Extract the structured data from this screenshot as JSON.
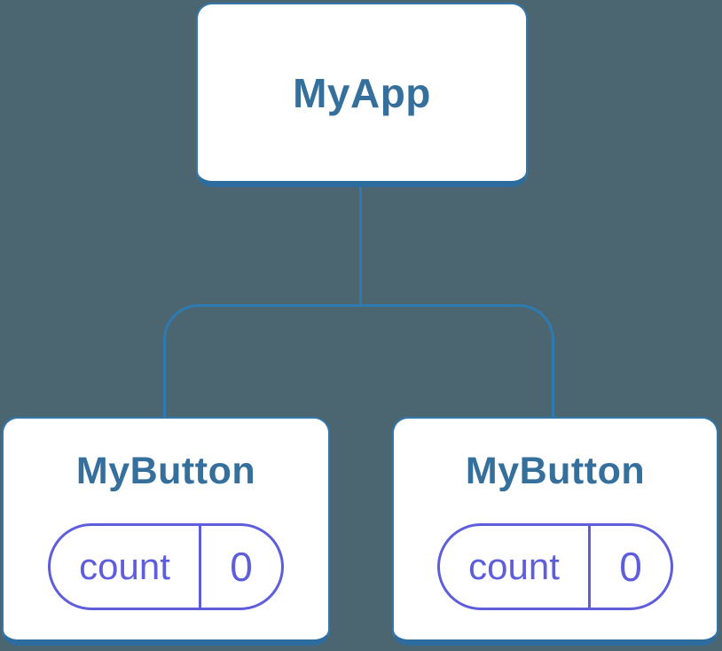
{
  "diagram": {
    "type": "component-tree",
    "colors": {
      "background": "#4B6671",
      "connector": "#2E7BB2",
      "card_border": "#3377AB",
      "card_shadow": "#2D6C9E",
      "node_label": "#35709D",
      "state_accent": "#5E5EDD",
      "card_background": "#FFFFFF"
    },
    "root": {
      "label": "MyApp"
    },
    "children": [
      {
        "label": "MyButton",
        "state": {
          "name": "count",
          "value": "0"
        }
      },
      {
        "label": "MyButton",
        "state": {
          "name": "count",
          "value": "0"
        }
      }
    ]
  }
}
